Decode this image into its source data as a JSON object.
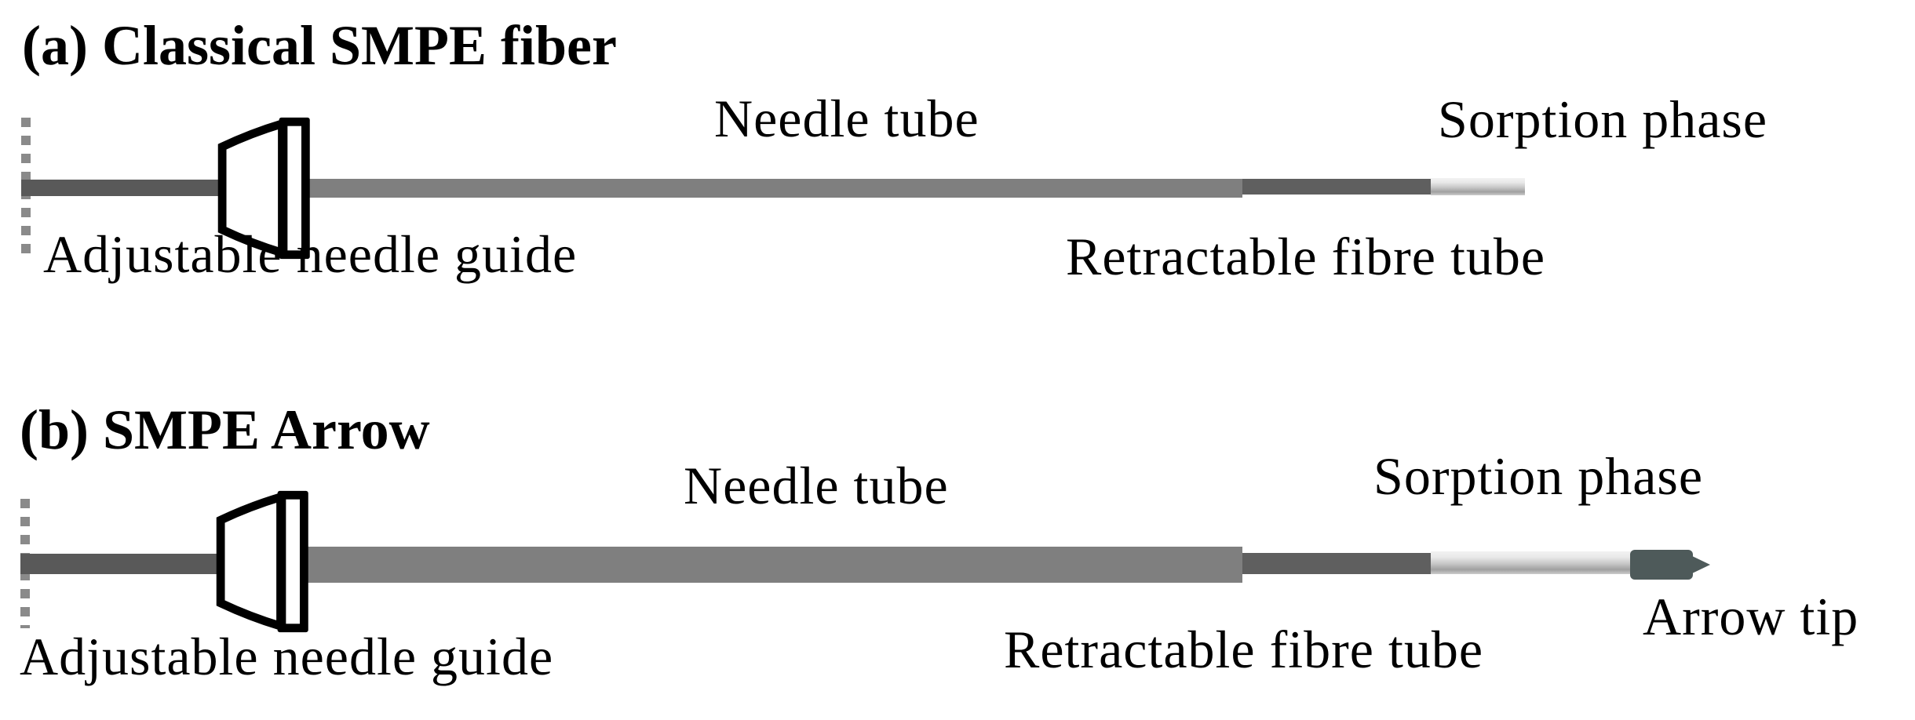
{
  "figure": {
    "colors": {
      "background": "#ffffff",
      "text": "#000000",
      "inner_rod": "#595959",
      "needle_tube": "#7f7f7f",
      "retractable_tube": "#5f5f5f",
      "sorption_phase_light": "#e9e9e9",
      "sorption_phase_shade": "#a0a0a0",
      "arrow_tip": "#4e5a5a",
      "dashed_guide_line": "#8a8a8a",
      "guide_outline": "#000000",
      "guide_fill": "#ffffff"
    },
    "panel_a": {
      "title": "(a) Classical SMPE fiber",
      "labels": {
        "needle_tube": "Needle tube",
        "sorption_phase": "Sorption phase",
        "retractable_fibre_tube": "Retractable fibre tube",
        "adjustable_needle_guide": "Adjustable needle guide"
      }
    },
    "panel_b": {
      "title": "(b) SMPE Arrow",
      "labels": {
        "needle_tube": "Needle tube",
        "sorption_phase": "Sorption phase",
        "retractable_fibre_tube": "Retractable fibre tube",
        "adjustable_needle_guide": "Adjustable needle guide",
        "arrow_tip": "Arrow tip"
      }
    }
  }
}
